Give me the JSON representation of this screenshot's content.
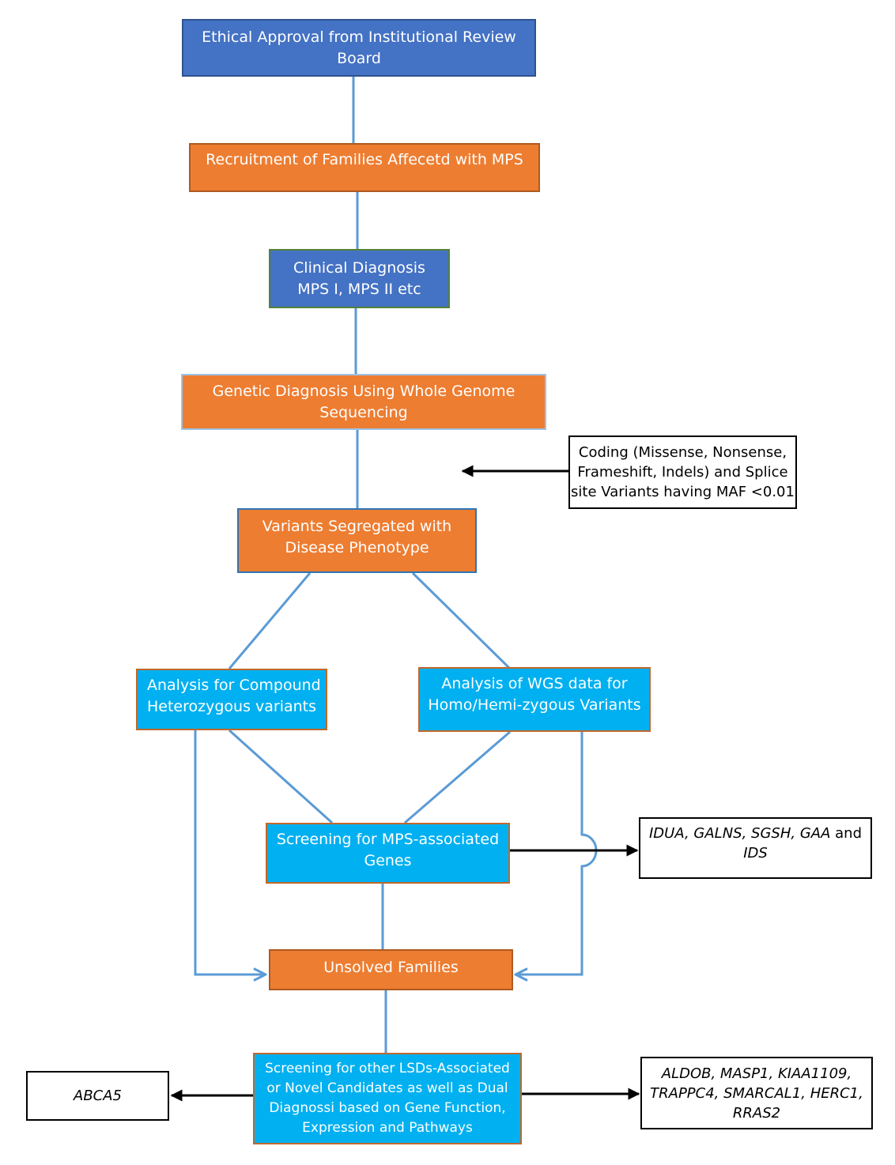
{
  "colors": {
    "dark_blue": "#4472c4",
    "orange": "#ed7d31",
    "cyan": "#00b0f0",
    "connector": "#5b9bd5",
    "arrow": "#000000"
  },
  "nodes": {
    "ethical": {
      "lines": [
        "Ethical Approval from Institutional Review",
        "Board"
      ]
    },
    "recruitment": {
      "lines": [
        "Recruitment of Families Affecetd with MPS"
      ]
    },
    "clinical": {
      "lines": [
        "Clinical Diagnosis",
        "MPS I, MPS II etc"
      ]
    },
    "genetic": {
      "lines": [
        "Genetic Diagnosis Using Whole Genome",
        "Sequencing"
      ]
    },
    "variants": {
      "lines": [
        "Variants Segregated with",
        "Disease Phenotype"
      ]
    },
    "compound": {
      "lines": [
        "Analysis for Compound",
        "Heterozygous variants"
      ]
    },
    "homo": {
      "lines": [
        "Analysis of WGS data for",
        "Homo/Hemi-zygous Variants"
      ]
    },
    "screening_mps": {
      "lines": [
        "Screening for MPS-associated",
        "Genes"
      ]
    },
    "unsolved": {
      "lines": [
        "Unsolved Families"
      ]
    },
    "screening_lsd": {
      "lines": [
        "Screening for other LSDs-Associated",
        "or Novel Candidates as well as Dual",
        "Diagnossi based on Gene Function,",
        "Expression and Pathways"
      ]
    }
  },
  "notes": {
    "filter": {
      "lines": [
        "Coding (Missense, Nonsense,",
        "Frameshift, Indels) and Splice",
        "site Variants having MAF <0.01"
      ]
    },
    "mps_genes": {
      "line1_italic": "IDUA, GALNS, SGSH, GAA",
      "line1_plain": " and",
      "line2_italic": "IDS"
    },
    "abca5": {
      "lines": [
        "ABCA5"
      ]
    },
    "lsd_genes": {
      "lines": [
        "ALDOB, MASP1, KIAA1109,",
        "TRAPPC4, SMARCAL1, HERC1,",
        "RRAS2"
      ]
    }
  }
}
